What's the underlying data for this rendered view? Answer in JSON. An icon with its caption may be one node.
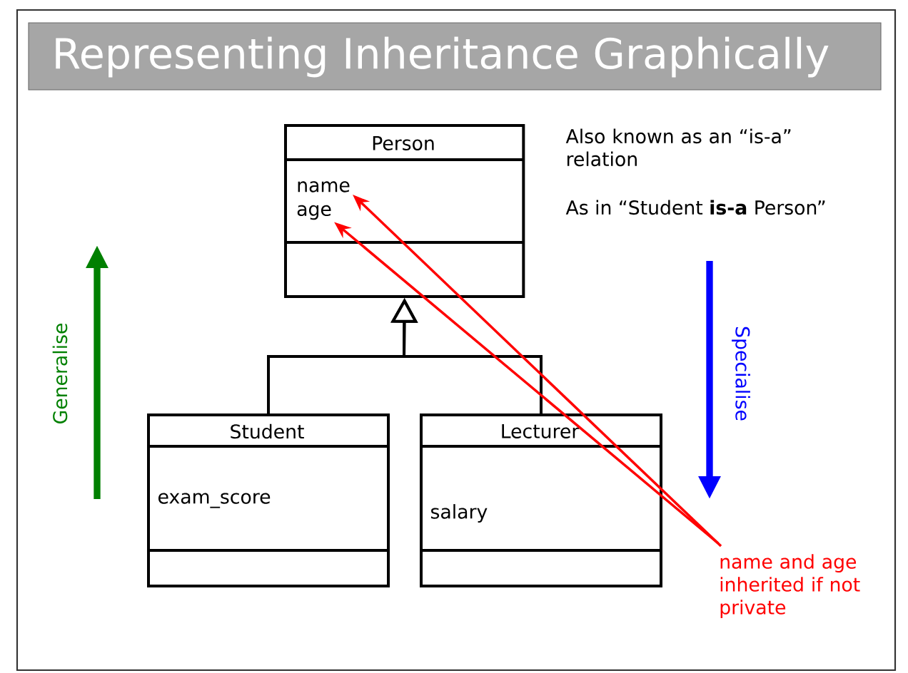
{
  "diagram": {
    "title": "Representing Inheritance Graphically",
    "nodes": [
      {
        "text": [
          "Person"
        ]
      },
      {
        "text": [
          "name"
        ],
        "in": 0
      },
      {
        "text": [
          "age"
        ],
        "in": 0
      },
      {
        "text": [
          "Student",
          "exam_score"
        ]
      },
      {
        "text": [
          "Lecturer",
          "salary"
        ]
      },
      {
        "text": [
          "name and age inherited if not private"
        ]
      }
    ],
    "edges": [
      {
        "from": 3,
        "to": 0,
        "arrow": "to"
      },
      {
        "from": 4,
        "to": 0,
        "arrow": "to"
      },
      {
        "from": 5,
        "to": 1,
        "arrow": "to",
        "color": "#ff0000"
      },
      {
        "from": 5,
        "to": 2,
        "arrow": "to",
        "color": "#ff0000"
      }
    ],
    "labels": [
      "Also known as an “is-a” relation",
      "As in “Student **is-a** Person”",
      "Generalise",
      "Specialise"
    ]
  }
}
